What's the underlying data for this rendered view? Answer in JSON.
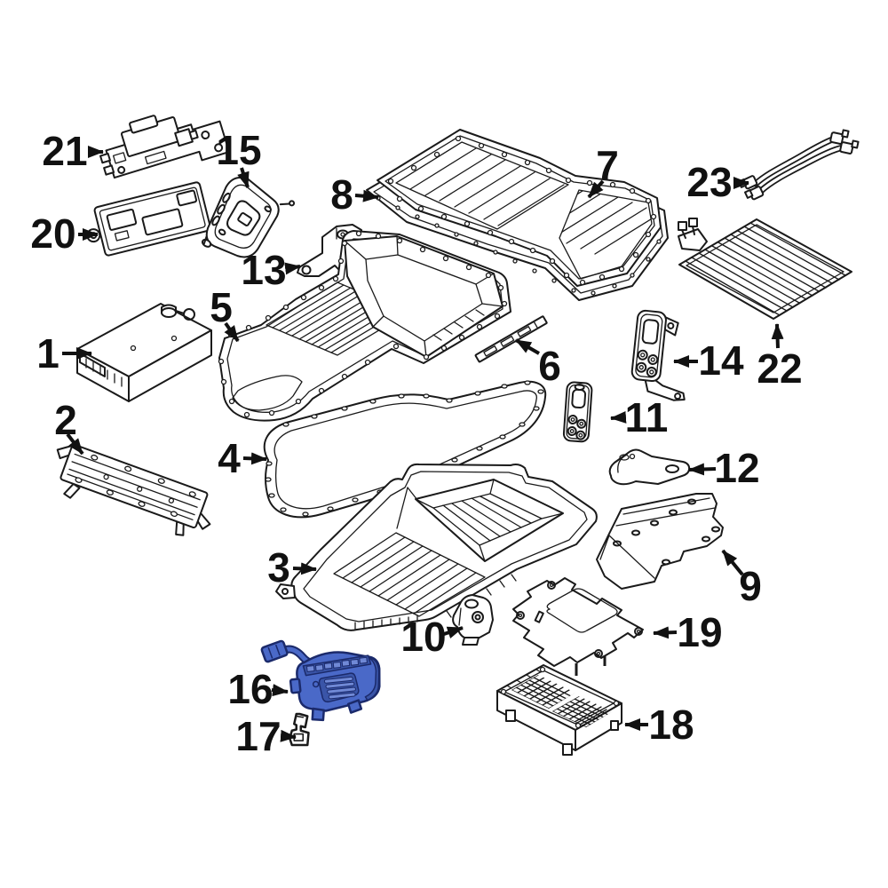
{
  "diagram": {
    "background": "#ffffff",
    "line_color": "#1a1a1a",
    "highlighted_part": "16",
    "highlight_colors": {
      "fill": "#4a69c8",
      "fill_dark": "#3a55a8",
      "fill_light": "#7089d6",
      "outline": "#1b2a6b"
    },
    "parts": [
      {
        "label": "1"
      },
      {
        "label": "2"
      },
      {
        "label": "3"
      },
      {
        "label": "4"
      },
      {
        "label": "5"
      },
      {
        "label": "6"
      },
      {
        "label": "7"
      },
      {
        "label": "8"
      },
      {
        "label": "9"
      },
      {
        "label": "10"
      },
      {
        "label": "11"
      },
      {
        "label": "12"
      },
      {
        "label": "13"
      },
      {
        "label": "14"
      },
      {
        "label": "15"
      },
      {
        "label": "16"
      },
      {
        "label": "17"
      },
      {
        "label": "18"
      },
      {
        "label": "19"
      },
      {
        "label": "20"
      },
      {
        "label": "21"
      },
      {
        "label": "22"
      },
      {
        "label": "23"
      }
    ]
  }
}
